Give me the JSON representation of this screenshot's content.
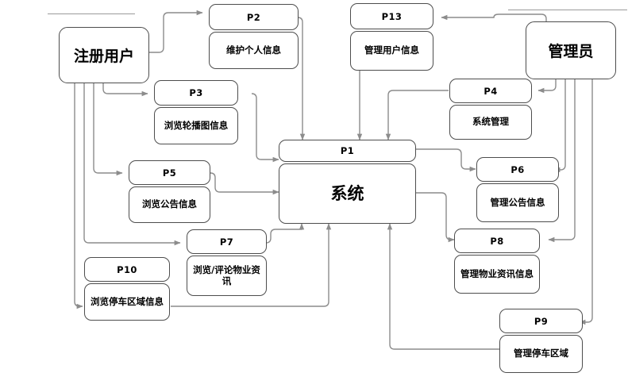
{
  "diagram": {
    "type": "dataflow-decomposition",
    "background": "#ffffff",
    "line_color": "#8c8c8c",
    "box_border_color": "#4d4d4d",
    "actors": [
      {
        "id": "registered-user",
        "label": "注册用户"
      },
      {
        "id": "administrator",
        "label": "管理员"
      }
    ],
    "system": {
      "id": "P1",
      "code": "P1",
      "label": "系统"
    },
    "processes": [
      {
        "id": "P2",
        "code": "P2",
        "label": "维护个人信息"
      },
      {
        "id": "P13",
        "code": "P13",
        "label": "管理用户信息"
      },
      {
        "id": "P3",
        "code": "P3",
        "label": "浏览轮播图信息"
      },
      {
        "id": "P4",
        "code": "P4",
        "label": "系统管理"
      },
      {
        "id": "P5",
        "code": "P5",
        "label": "浏览公告信息"
      },
      {
        "id": "P6",
        "code": "P6",
        "label": "管理公告信息"
      },
      {
        "id": "P7",
        "code": "P7",
        "label": "浏览/评论物业资讯"
      },
      {
        "id": "P8",
        "code": "P8",
        "label": "管理物业资讯信息"
      },
      {
        "id": "P10",
        "code": "P10",
        "label": "浏览停车区域信息"
      },
      {
        "id": "P9",
        "code": "P9",
        "label": "管理停车区域"
      }
    ]
  }
}
